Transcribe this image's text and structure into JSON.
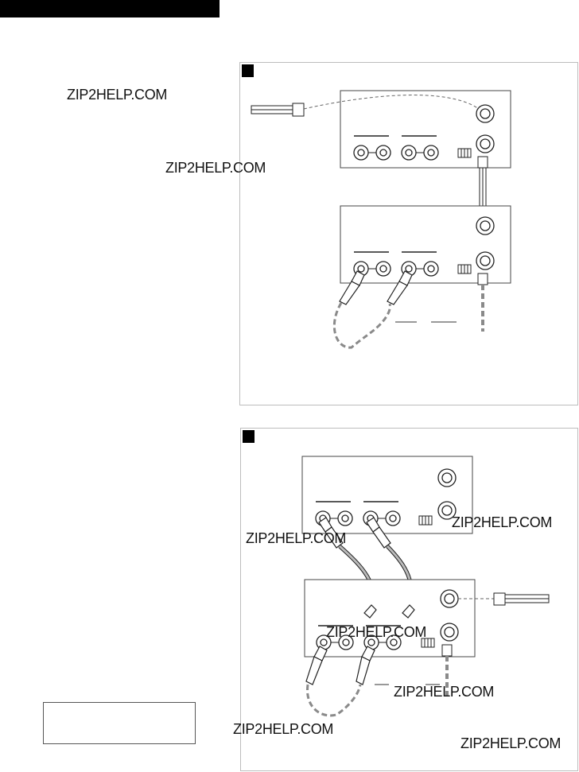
{
  "watermarks": [
    "ZIP2HELP.COM",
    "ZIP2HELP.COM",
    "ZIP2HELP.COM",
    "ZIP2HELP.COM",
    "ZIP2HELP.COM",
    "ZIP2HELP.COM",
    "ZIP2HELP.COM",
    "ZIP2HELP.COM"
  ],
  "colors": {
    "ink": "#1a1a1a",
    "cable_dash": "#8a8a8a",
    "panel_border": "#bdbdbd",
    "marker": "#000000"
  }
}
